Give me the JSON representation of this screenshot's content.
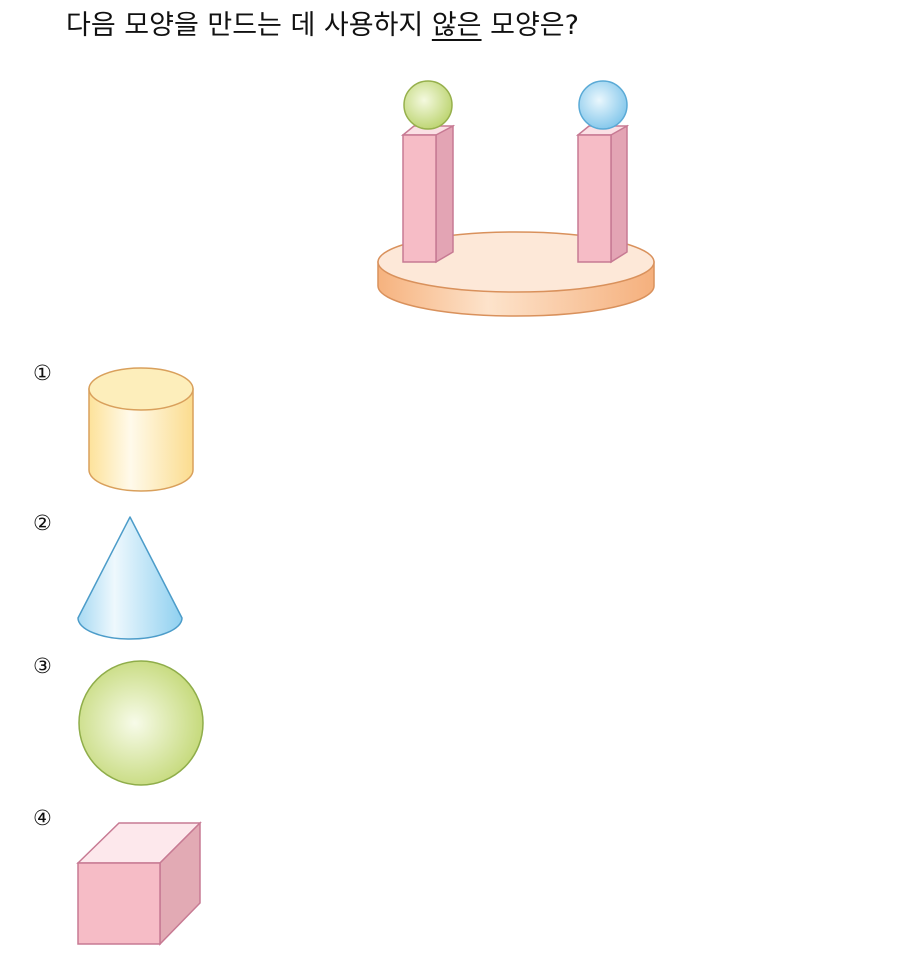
{
  "question": {
    "before": "다음 모양을 만드는 데 사용하지 ",
    "emphasis": "않은",
    "after": " 모양은?"
  },
  "options": [
    {
      "number": "①",
      "shape": "cylinder",
      "color": "#fde9a8"
    },
    {
      "number": "②",
      "shape": "cone",
      "color": "#9fd6f2"
    },
    {
      "number": "③",
      "shape": "sphere",
      "color": "#cfe08a"
    },
    {
      "number": "④",
      "shape": "cube",
      "color": "#f6bcc6"
    }
  ],
  "colors": {
    "platform": "#fbc9a0",
    "pillar": "#f6bcc6",
    "ball_left": "#cfe08a",
    "ball_right": "#9fd6f2"
  }
}
